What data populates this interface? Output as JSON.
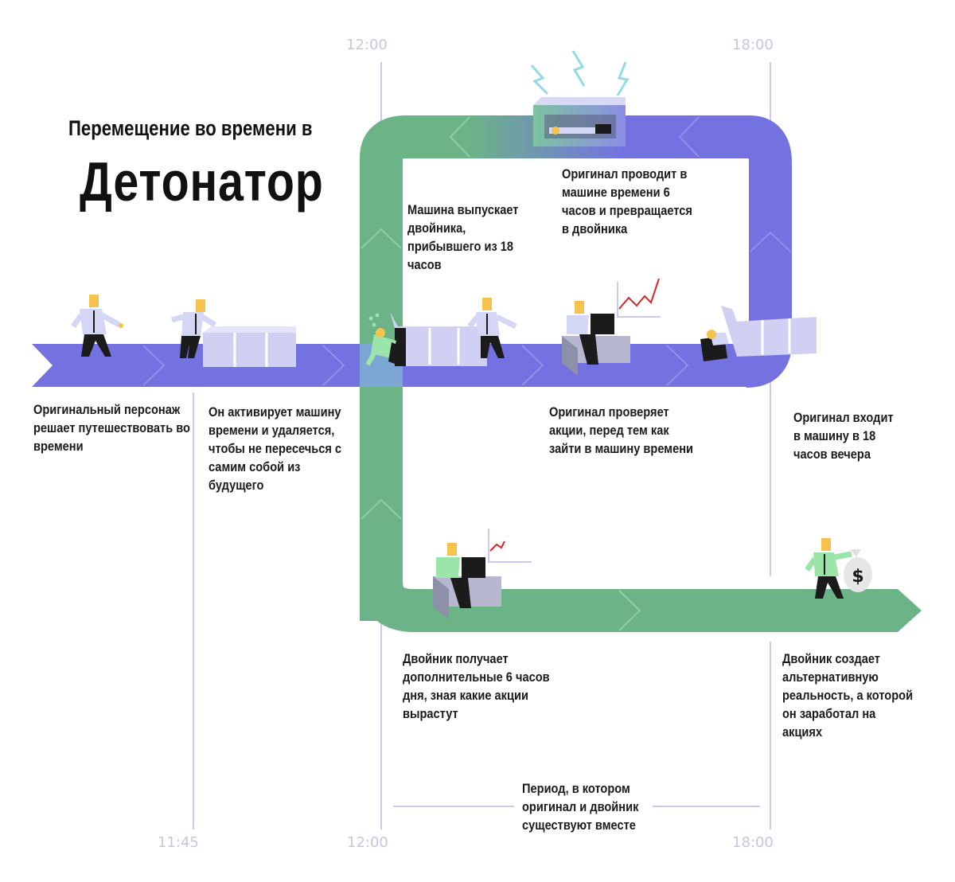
{
  "title": {
    "subtitle": "Перемещение во времени в",
    "main": "Детонатор"
  },
  "time_labels": {
    "top_1200": "12:00",
    "top_1800": "18:00",
    "bottom_1145": "11:45",
    "bottom_1200": "12:00",
    "bottom_1800": "18:00"
  },
  "captions": {
    "decides": "Оригинальный персонаж\nрешает путешествовать во\nвремени",
    "activates": "Он активирует машину\nвремени и удаляется,\nчтобы не пересечься с\nсамим собой из\nбудущего",
    "releases": "Машина выпускает\nдвойника,\nприбывшего из 18\nчасов",
    "spends": "Оригинал проводит в\nмашине времени 6\nчасов и превращается\nв двойника",
    "checks_stocks": "Оригинал проверяет\nакции, перед тем как\nзайти в машину времени",
    "enters": "Оригинал входит\nв машину в 18\nчасов вечера",
    "double_gains": "Двойник получает\nдополнительные 6 часов\nдня, зная какие акции\nвырастут",
    "alt_reality": "Двойник создает\nальтернативную\nреальность, а которой\nон заработал на\nакциях",
    "coexist": "Период, в котором\nоригинал и двойник\nсуществуют вместе"
  },
  "colors": {
    "blue_track": "#7472e0",
    "green_track": "#6cb487",
    "guide_line": "#c9cbec",
    "machine": "#cfd0f2",
    "shirt_original": "#d4d6f5",
    "shirt_double": "#9be5aa",
    "skin": "#f5c24e",
    "lightning": "#92d9ea",
    "chart_line": "#d9262b"
  },
  "icons": {
    "currency_symbol": "$"
  }
}
